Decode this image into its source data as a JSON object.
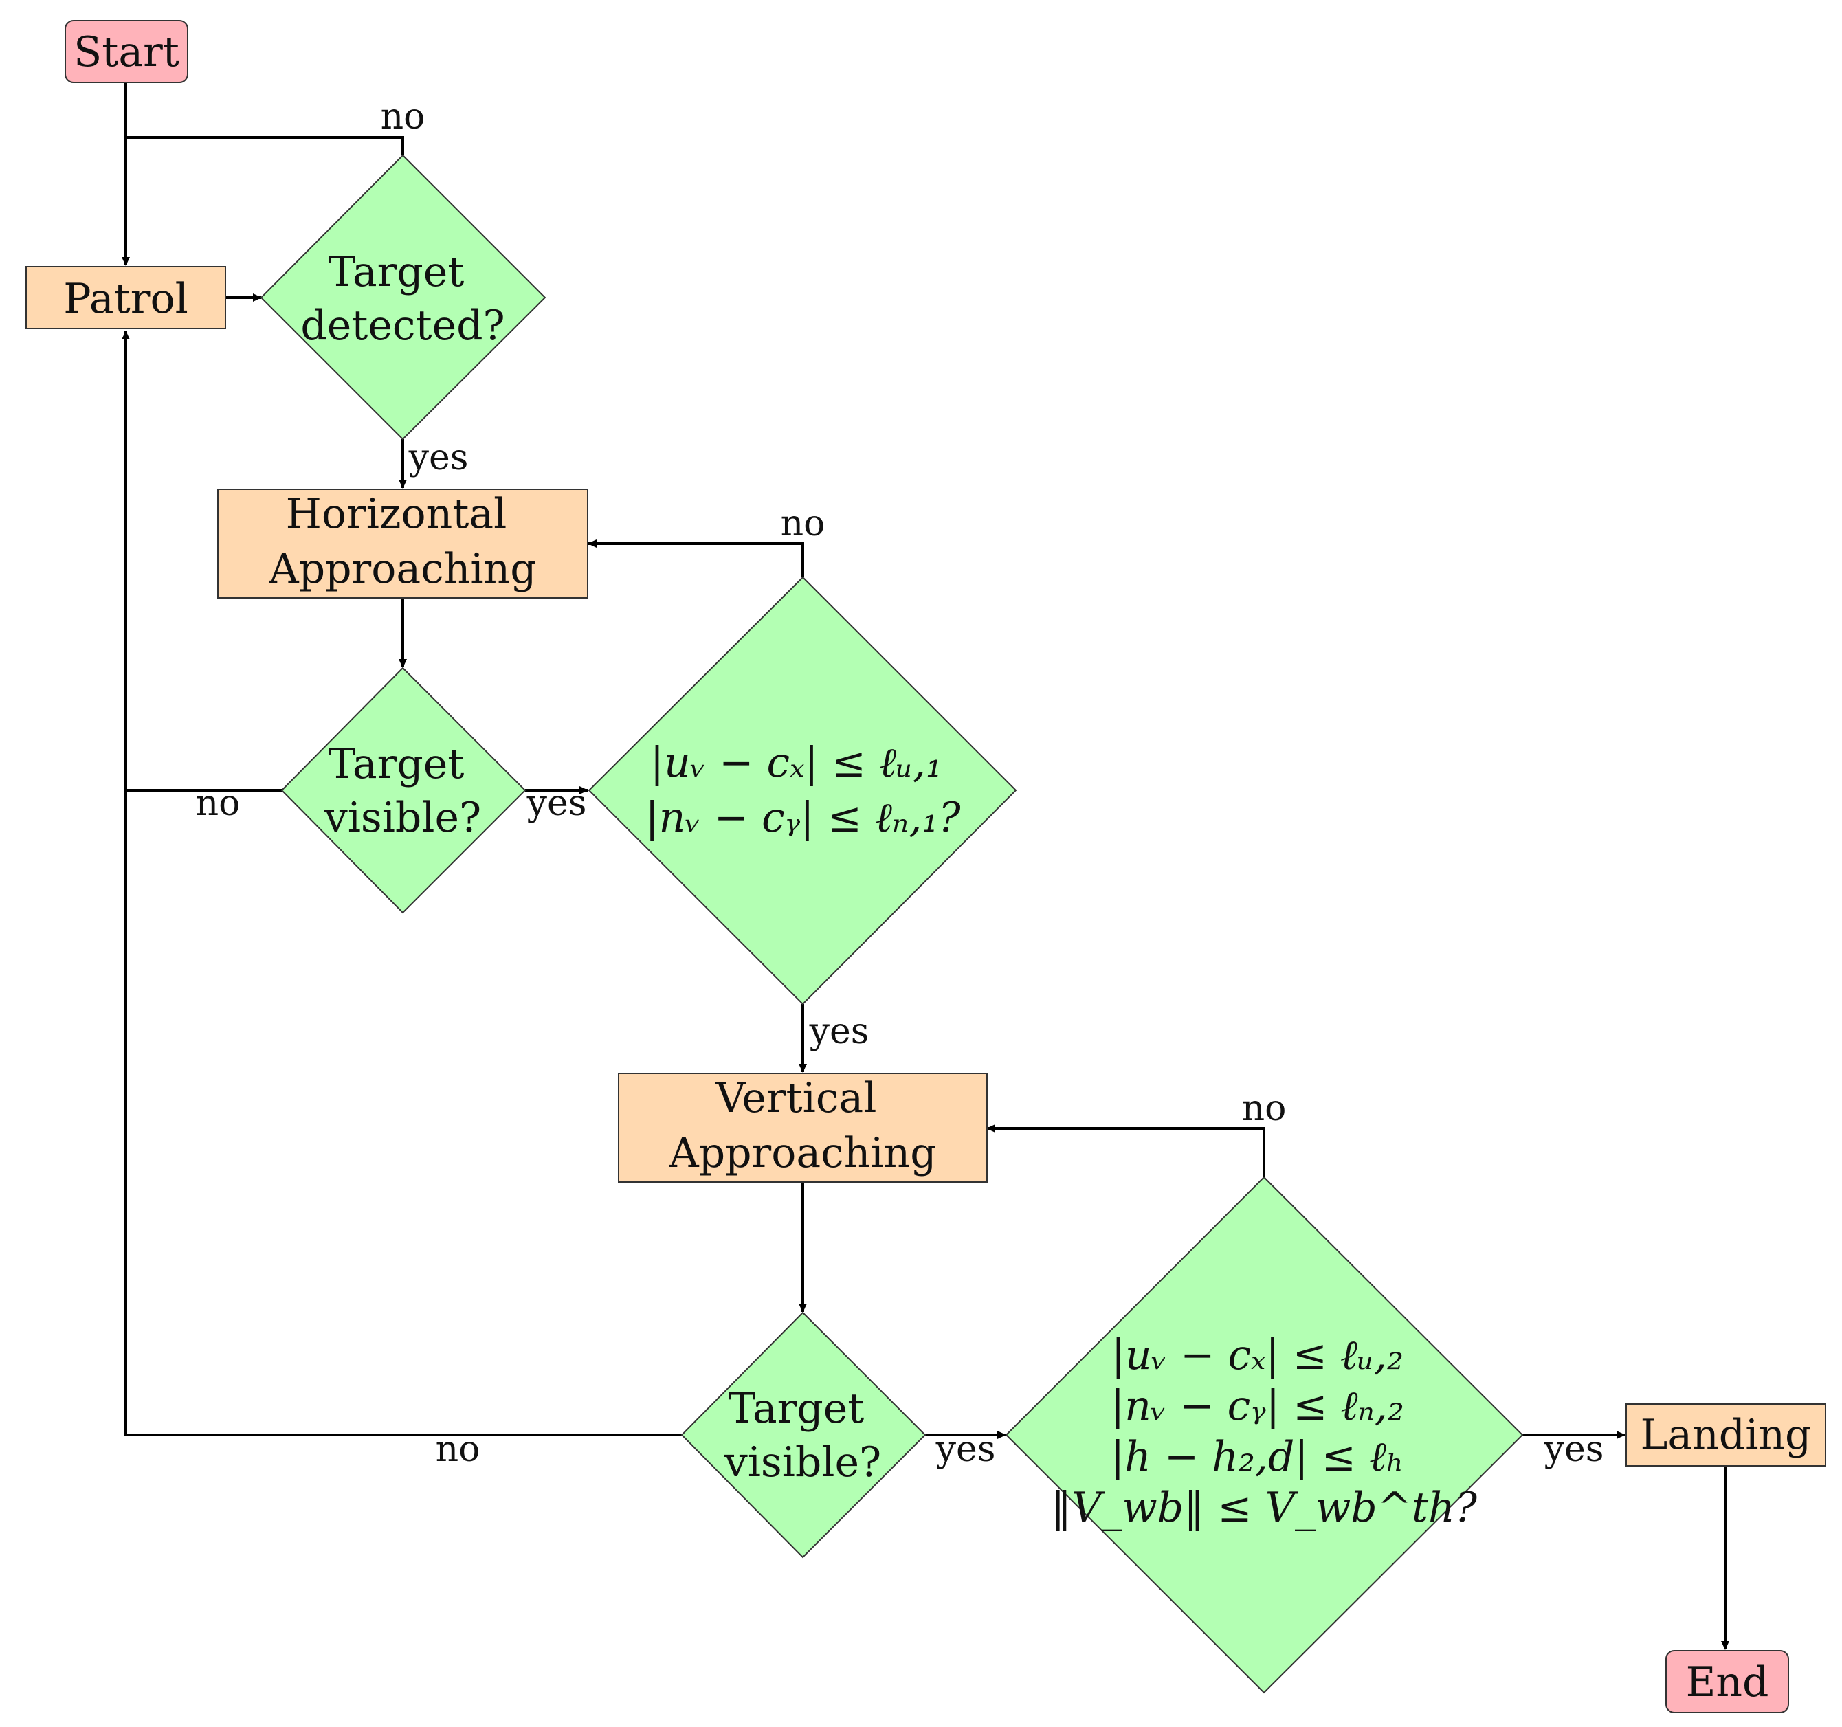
{
  "colors": {
    "terminal_fill": "#ffb3ba",
    "process_fill": "#ffd9b0",
    "decision_fill": "#b3ffb3",
    "stroke": "#333333"
  },
  "nodes": {
    "start": {
      "lines": [
        "Start"
      ]
    },
    "patrol": {
      "lines": [
        "Patrol"
      ]
    },
    "target_detected": {
      "lines": [
        "Target",
        "detected?"
      ]
    },
    "horizontal": {
      "lines": [
        "Horizontal",
        "Approaching"
      ]
    },
    "target_visible_1": {
      "lines": [
        "Target",
        "visible?"
      ]
    },
    "check_1": {
      "lines": [
        "|uᵥ − cₓ| ≤ ℓᵤ,₁",
        "|nᵥ − cᵧ| ≤ ℓₙ,₁?"
      ]
    },
    "vertical": {
      "lines": [
        "Vertical",
        "Approaching"
      ]
    },
    "target_visible_2": {
      "lines": [
        "Target",
        "visible?"
      ]
    },
    "check_2": {
      "lines": [
        "|uᵥ − cₓ| ≤ ℓᵤ,₂",
        "|nᵥ − cᵧ| ≤ ℓₙ,₂",
        "|h − h₂,d| ≤ ℓₕ",
        "‖V_wb‖ ≤ V_wb^th?"
      ]
    },
    "landing": {
      "lines": [
        "Landing"
      ]
    },
    "end": {
      "lines": [
        "End"
      ]
    }
  },
  "edge_labels": {
    "detected_no": "no",
    "detected_yes": "yes",
    "check1_no": "no",
    "visible1_no": "no",
    "visible1_yes": "yes",
    "check1_yes": "yes",
    "check2_no": "no",
    "visible2_no": "no",
    "visible2_yes": "yes",
    "check2_yes": "yes"
  }
}
